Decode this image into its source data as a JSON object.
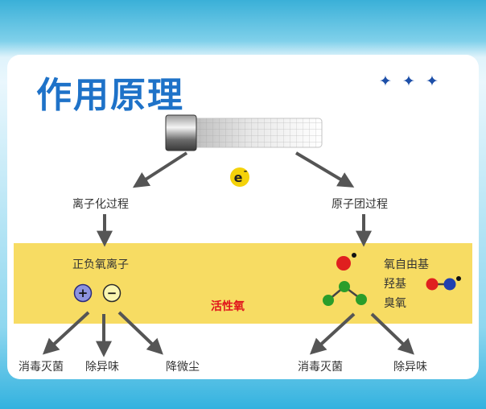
{
  "title": "作用原理",
  "stars": [
    "✦",
    "✦",
    "✦"
  ],
  "electron": {
    "symbol": "e",
    "charge": "-"
  },
  "ionization": {
    "label": "离子化过程",
    "ions_label": "正负氧离子",
    "plus": "+",
    "minus": "−",
    "effects": [
      "消毒灭菌",
      "除异味",
      "降微尘"
    ]
  },
  "active_oxygen": "活性氧",
  "atomic": {
    "label": "原子团过程",
    "species": [
      "氧自由基",
      "羟基",
      "臭氧"
    ],
    "effects": [
      "消毒灭菌",
      "除异味"
    ]
  },
  "colors": {
    "title": "#1e72c8",
    "band": "#f7dc63",
    "arrow": "#555555",
    "electron": "#f4d20a",
    "active_oxygen": "#e0141c",
    "oxygen_red": "#e01f1f",
    "ozone_green": "#2a9d2a",
    "hydroxyl_blue": "#1f3fb0"
  }
}
